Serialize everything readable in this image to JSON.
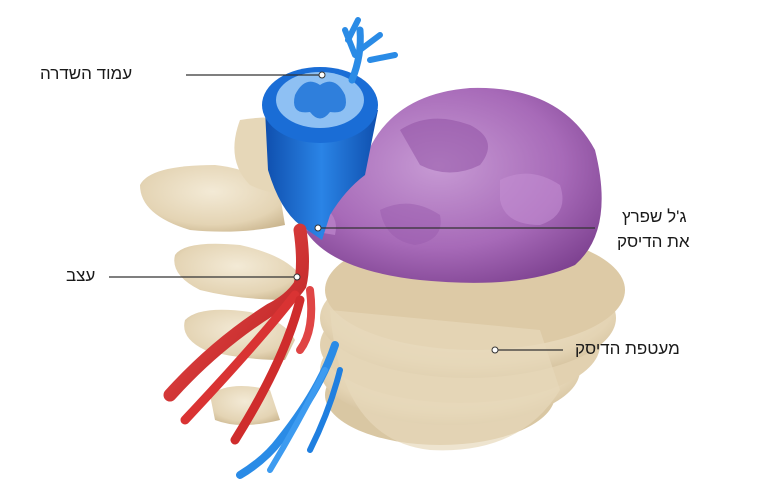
{
  "labels": {
    "spinal_cord": "עמוד השדרה",
    "nerve": "עצב",
    "herniation_line1": "ג'ל שפרץ",
    "herniation_line2": "את הדיסק",
    "annulus": "מעטפת הדיסק"
  },
  "colors": {
    "bone": "#e9dcc2",
    "bone_shadow": "#cdbb98",
    "disc_gel": "#a76ab8",
    "disc_gel_dark": "#7b3f8e",
    "spinal_cord": "#1f6fd1",
    "spinal_cord_light": "#7fb6f0",
    "nerve_red": "#e03a3a",
    "nerve_blue": "#2a8be6",
    "leader_line": "#333333"
  }
}
